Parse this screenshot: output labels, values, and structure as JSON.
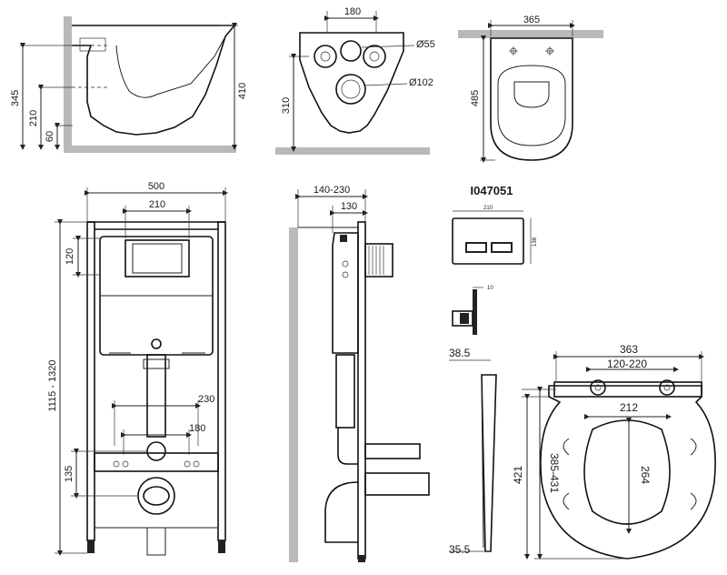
{
  "product_code": "I047051",
  "views": {
    "side_view": {
      "dims": {
        "h1": "345",
        "h2": "210",
        "h3": "60",
        "h4": "410"
      }
    },
    "top_view": {
      "dims": {
        "width": "180",
        "d1": "Ø55",
        "d2": "Ø102",
        "height": "310"
      }
    },
    "plan_view": {
      "dims": {
        "width": "365",
        "depth": "485"
      }
    },
    "frame_front": {
      "dims": {
        "width": "500",
        "inner": "210",
        "top": "120",
        "height": "1115 - 1320",
        "d230": "230",
        "d180": "180",
        "bottom": "135"
      }
    },
    "frame_side": {
      "dims": {
        "depth": "140-230",
        "inner": "130"
      }
    },
    "flush_plate": {
      "dims": {
        "width": "210",
        "height": "138",
        "thick": "10"
      }
    },
    "seat_side": {
      "dims": {
        "top": "38.5",
        "bottom": "35.5"
      }
    },
    "seat_top": {
      "dims": {
        "width": "363",
        "hinge": "120-220",
        "inner_w": "212",
        "inner_h": "264",
        "outer_h": "385-431",
        "total_h": "421"
      }
    }
  }
}
